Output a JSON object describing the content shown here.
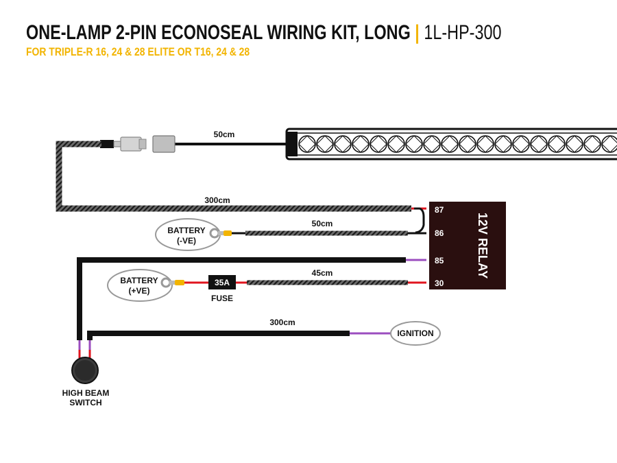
{
  "header": {
    "title_main": "ONE-LAMP 2-PIN ECONOSEAL WIRING KIT, LONG",
    "title_sep": "|",
    "title_code": "1L-HP-300",
    "subtitle": "FOR TRIPLE-R 16, 24 & 28 ELITE OR T16, 24 & 28"
  },
  "colors": {
    "title_accent": "#f2b400",
    "wire_black": "#111111",
    "wire_red": "#e0141e",
    "wire_purple": "#9b4dbf",
    "connector_yellow": "#f2b400",
    "relay_body": "#2a0f0f"
  },
  "wires": {
    "lamp_lead": "50cm",
    "main_harness": "300cm",
    "battery_neg_lead": "50cm",
    "battery_pos_lead": "45cm",
    "ignition_lead": "300cm"
  },
  "relay": {
    "label": "12V RELAY",
    "pins": [
      "87",
      "86",
      "85",
      "30"
    ]
  },
  "components": {
    "battery_neg": {
      "line1": "BATTERY",
      "line2": "(-VE)"
    },
    "battery_pos": {
      "line1": "BATTERY",
      "line2": "(+VE)"
    },
    "fuse_rating": "35A",
    "fuse_label": "FUSE",
    "ignition": "IGNITION",
    "switch": {
      "line1": "HIGH BEAM",
      "line2": "SWITCH"
    }
  },
  "icons": [
    "light-bar-icon",
    "econoseal-connector-icon",
    "ring-terminal-icon",
    "fuse-icon",
    "relay-icon",
    "round-switch-icon"
  ]
}
